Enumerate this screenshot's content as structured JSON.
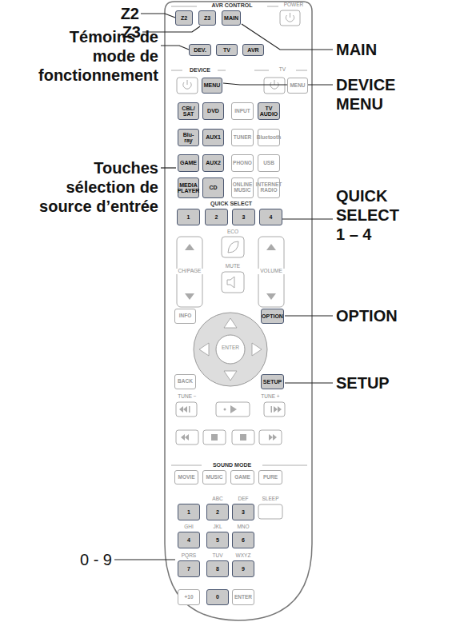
{
  "diagram": {
    "labels": [
      "AVR CONTROL",
      "POWER",
      "Z2",
      "Z3",
      "MAIN",
      "DEV.",
      "TV",
      "AVR",
      "DEVICE",
      "TV",
      "MENU",
      "MENU",
      "CBL/ SAT",
      "DVD",
      "INPUT",
      "TV AUDIO",
      "Blu-ray",
      "AUX1",
      "TUNER",
      "Bluetooth",
      "GAME",
      "AUX2",
      "PHONO",
      "USB",
      "MEDIA PLAYER",
      "CD",
      "ONLINE MUSIC",
      "INTERNET RADIO",
      "QUICK SELECT",
      "1",
      "2",
      "3",
      "4",
      "ECO",
      "CH/PAGE",
      "MUTE",
      "VOLUME",
      "INFO",
      "OPTION",
      "ENTER",
      "BACK",
      "SETUP",
      "TUNE −",
      "TUNE +",
      "SOUND MODE",
      "MOVIE",
      "MUSIC",
      "GAME",
      "PURE",
      "SLEEP",
      "ABC",
      "DEF",
      "1",
      "2",
      "3",
      "GHI",
      "JKL",
      "MNO",
      "4",
      "5",
      "6",
      "PQRS",
      "TUV",
      "WXYZ",
      "7",
      "8",
      "9",
      "+10",
      "0",
      "ENTER",
      "Z2",
      "Z3",
      "Témoins de mode de fonctionnement",
      "Touches sélection de source d’entrée",
      "MAIN",
      "DEVICE MENU",
      "QUICK SELECT 1 – 4",
      "OPTION",
      "SETUP",
      "0 - 9"
    ]
  }
}
